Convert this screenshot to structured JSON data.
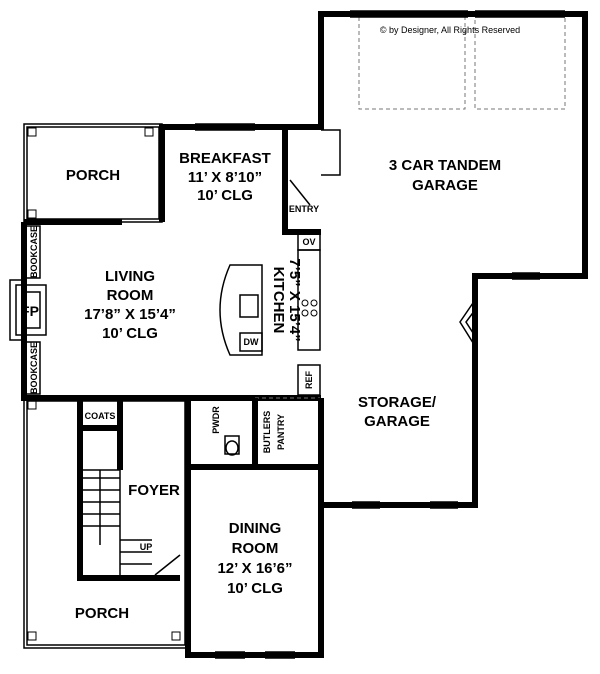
{
  "copyright": "© by Designer, All Rights Reserved",
  "rooms": {
    "porch_top": "PORCH",
    "breakfast": {
      "name": "BREAKFAST",
      "dims": "11’ X 8’10”",
      "ceiling": "10’ CLG"
    },
    "entry": "ENTRY",
    "living": {
      "name1": "LIVING",
      "name2": "ROOM",
      "dims": "17’8” X 15’4”",
      "ceiling": "10’ CLG"
    },
    "fireplace": "FP",
    "bookcase": "BOOKCASE",
    "kitchen": {
      "name": "KITCHEN",
      "dims": "7’5” X 15’4”"
    },
    "oven": "OV",
    "dishwasher": "DW",
    "refrigerator": "REF",
    "garage": {
      "line1": "3 CAR TANDEM",
      "line2": "GARAGE"
    },
    "storage": {
      "line1": "STORAGE/",
      "line2": "GARAGE"
    },
    "coats": "COATS",
    "powder": "PWDR",
    "butlers": {
      "line1": "BUTLERS",
      "line2": "PANTRY"
    },
    "foyer": "FOYER",
    "up": "UP",
    "dining": {
      "name1": "DINING",
      "name2": "ROOM",
      "dims": "12’ X 16’6”",
      "ceiling": "10’ CLG"
    },
    "porch_bottom": "PORCH"
  }
}
